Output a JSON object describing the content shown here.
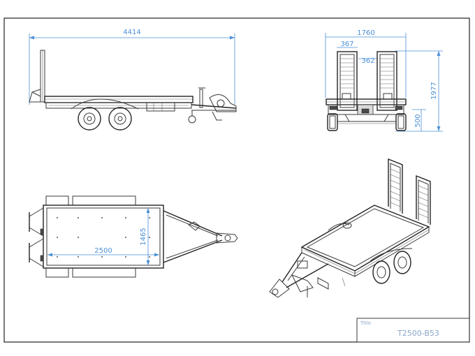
{
  "side_view": {
    "overall_length": "4414"
  },
  "rear_view": {
    "overall_width": "1760",
    "ramp_width": "367",
    "ramp_gap": "362",
    "overall_height": "1977",
    "deck_height": "500"
  },
  "top_view": {
    "deck_length": "2500",
    "deck_width": "1465"
  },
  "title_block": {
    "label": "Title",
    "drawing_number": "T2500-B53"
  }
}
